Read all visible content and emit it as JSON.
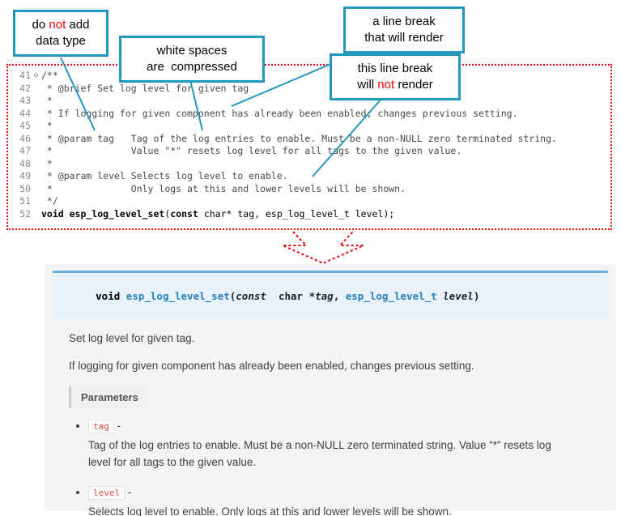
{
  "colors": {
    "callout_border": "#2596be",
    "connector_line": "#2596be",
    "highlight_red": "#ff0000",
    "dotted_frame_red": "#e8000d",
    "signature_top_border": "#6ab0de",
    "signature_background": "#e7f2fa",
    "inline_code_red": "#e74c3c"
  },
  "callouts": {
    "no_datatype": {
      "l1a": "do ",
      "l1b": "not",
      "l1c": " add",
      "l2": "data type"
    },
    "whitespace": {
      "l1": "white spaces",
      "l2": "are  compressed"
    },
    "break_render": {
      "l1": "a line break",
      "l2": "that will render"
    },
    "break_norender": {
      "l1": "this line break",
      "l2a": "will ",
      "l2b": "not",
      "l2c": " render"
    }
  },
  "editor": {
    "lines": [
      {
        "num": "41",
        "fold": "⊖",
        "text": "/**"
      },
      {
        "num": "42",
        "fold": "",
        "text": " * @brief Set log level for given tag"
      },
      {
        "num": "43",
        "fold": "",
        "text": " *"
      },
      {
        "num": "44",
        "fold": "",
        "text": " * If logging for given component has already been enabled, changes previous setting."
      },
      {
        "num": "45",
        "fold": "",
        "text": " *"
      },
      {
        "num": "46",
        "fold": "",
        "text": " * @param tag   Tag of the log entries to enable. Must be a non-NULL zero terminated string."
      },
      {
        "num": "47",
        "fold": "",
        "text": " *              Value \"*\" resets log level for all tags to the given value."
      },
      {
        "num": "48",
        "fold": "",
        "text": " *"
      },
      {
        "num": "49",
        "fold": "",
        "text": " * @param level Selects log level to enable."
      },
      {
        "num": "50",
        "fold": "",
        "text": " *              Only logs at this and lower levels will be shown."
      },
      {
        "num": "51",
        "fold": "",
        "text": " */"
      }
    ],
    "decl_num": "52",
    "decl": {
      "kw1": "void ",
      "name": "esp_log_level_set",
      "p1": "(",
      "kw2": "const",
      "rest": " char* tag, esp_log_level_t level);"
    }
  },
  "docs": {
    "signature": {
      "ret": "void ",
      "name": "esp_log_level_set",
      "open": "(",
      "const_kw": "const ",
      "char_part": " char *",
      "arg1": "tag",
      "comma": ", ",
      "type2": "esp_log_level_t",
      "sp": " ",
      "arg2": "level",
      "close": ")"
    },
    "p1": "Set log level for given tag.",
    "p2": "If logging for given component has already been enabled, changes previous setting.",
    "params_label": "Parameters",
    "params": [
      {
        "name": "tag",
        "dash": "-",
        "desc": "Tag of the log entries to enable. Must be a non-NULL zero terminated string. Value “*” resets log level for all tags to the given value."
      },
      {
        "name": "level",
        "dash": "-",
        "desc": "Selects log level to enable. Only logs at this and lower levels will be shown."
      }
    ]
  }
}
